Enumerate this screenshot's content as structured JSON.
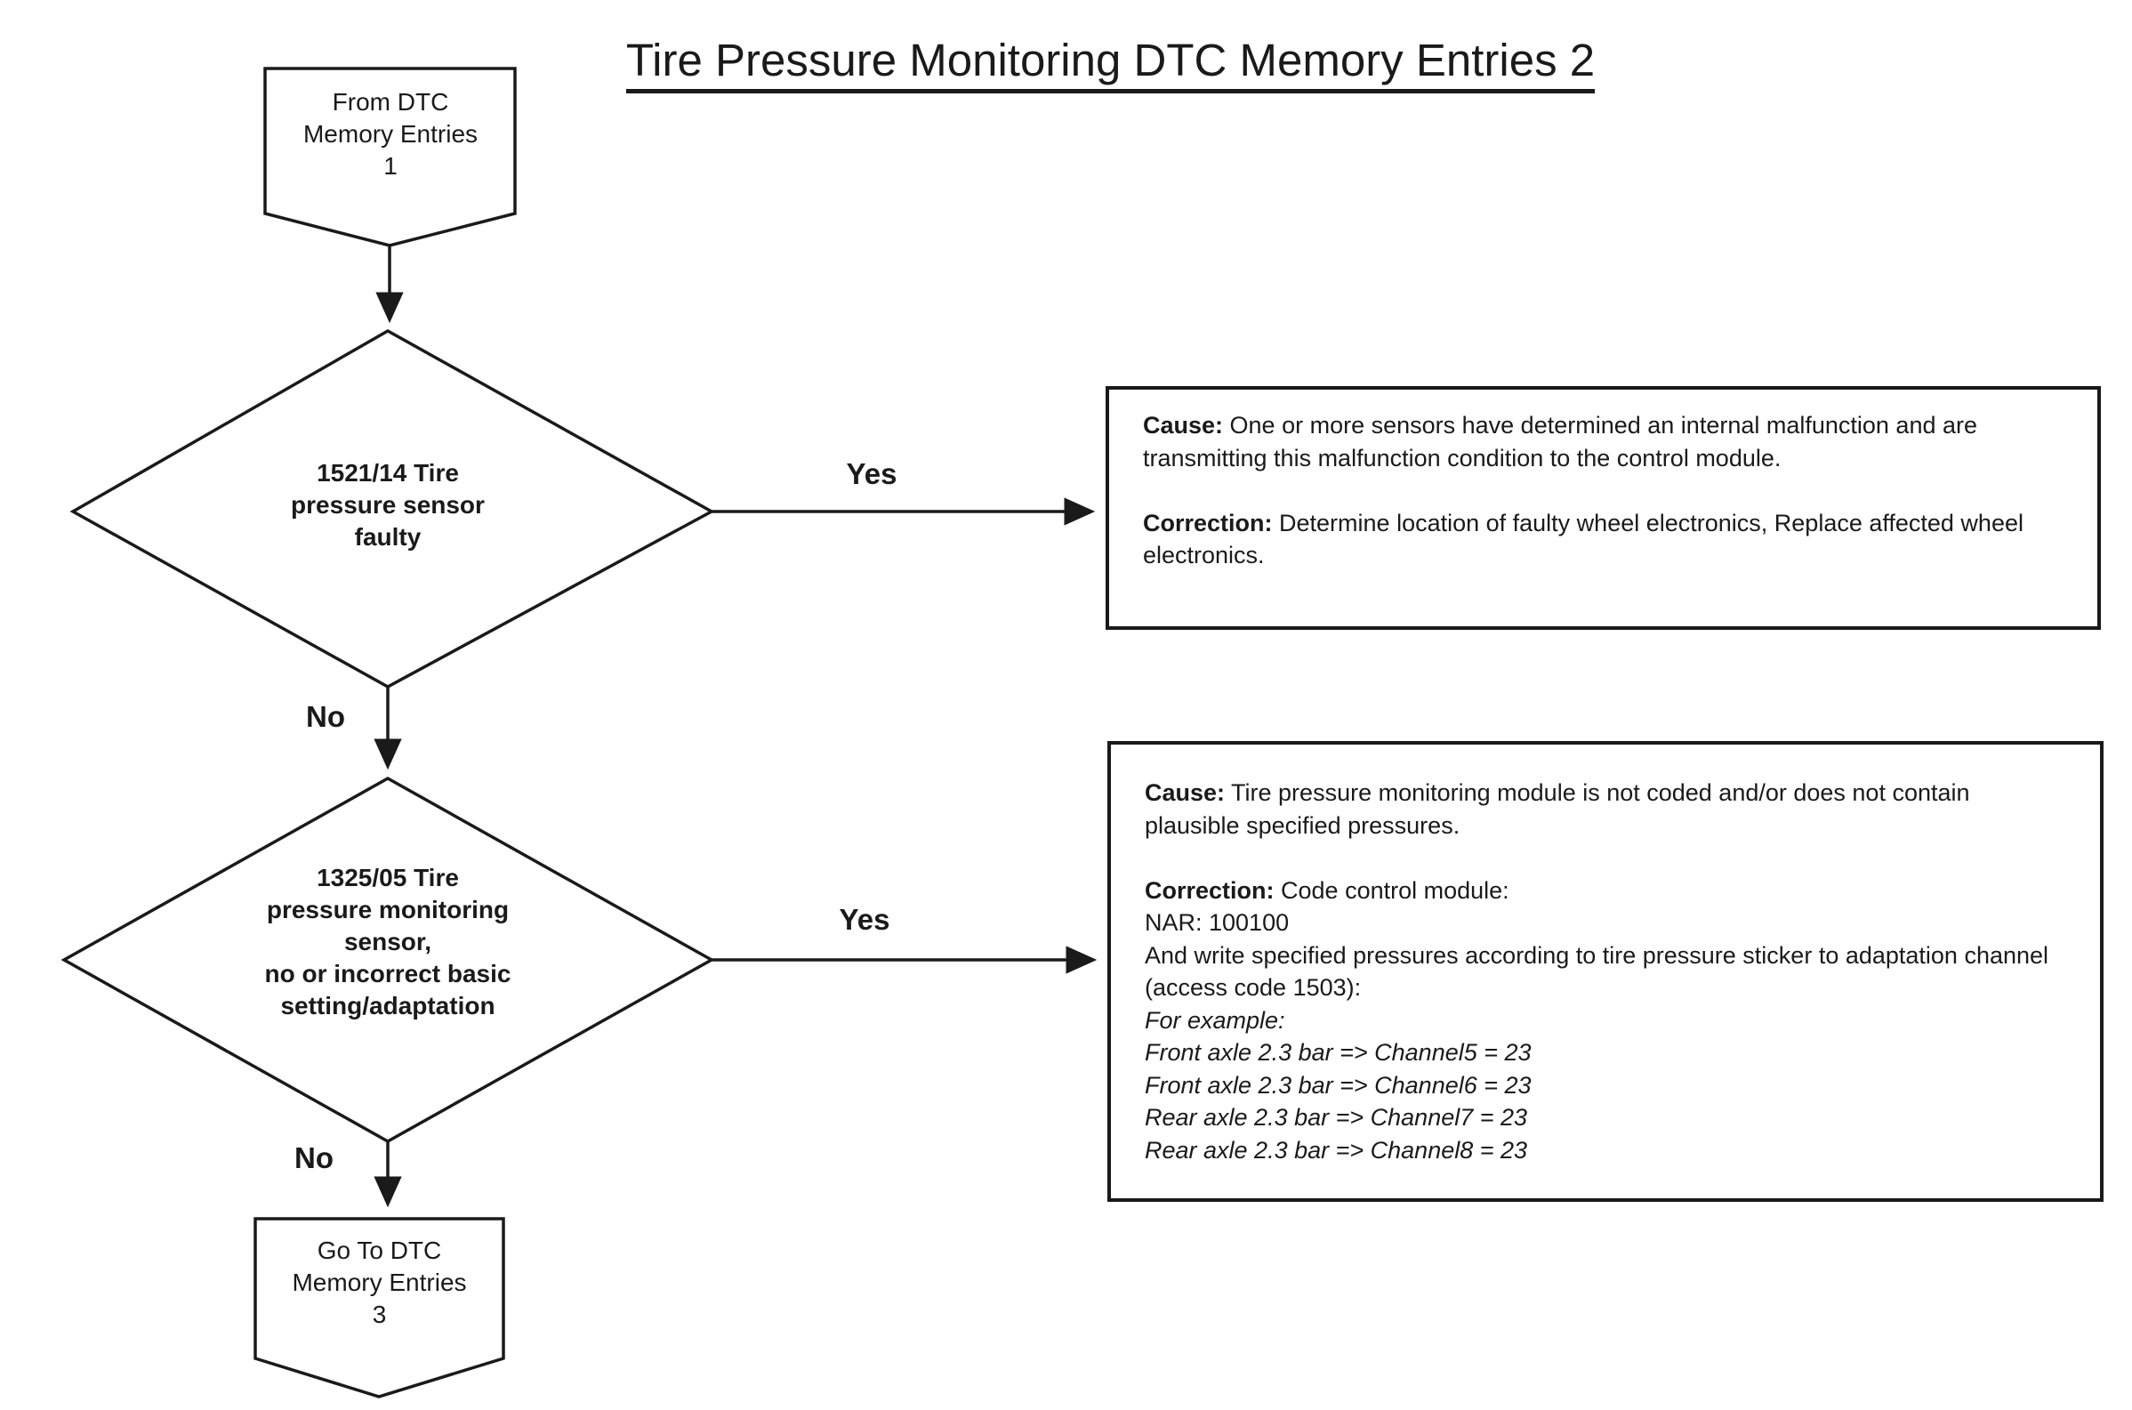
{
  "title": "Tire Pressure Monitoring DTC Memory Entries 2",
  "nodes": {
    "start": {
      "text": "From DTC\nMemory Entries\n1"
    },
    "decision1": {
      "text": "1521/14 Tire\npressure sensor\nfaulty"
    },
    "decision2": {
      "text": "1325/05 Tire\npressure monitoring\nsensor,\nno or incorrect basic\nsetting/adaptation"
    },
    "end": {
      "text": "Go To DTC\nMemory Entries\n3"
    }
  },
  "labels": {
    "yes1": "Yes",
    "no1": "No",
    "yes2": "Yes",
    "no2": "No"
  },
  "boxes": {
    "box1": {
      "cause_label": "Cause:",
      "cause_text": " One or more sensors have determined an internal malfunction and are transmitting this malfunction condition to the control module.",
      "correction_label": "Correction:",
      "correction_text": " Determine location of faulty wheel electronics, Replace affected wheel electronics."
    },
    "box2": {
      "cause_label": "Cause:",
      "cause_text": " Tire pressure monitoring module is not coded and/or does not contain plausible specified pressures.",
      "correction_label": "Correction:",
      "correction_text": " Code control module:",
      "line_nar": "NAR: 100100",
      "line_write": "And write specified pressures according to tire pressure sticker to adaptation channel (access code 1503):",
      "example_intro": "For example:",
      "example_lines": [
        "Front axle 2.3 bar => Channel5 = 23",
        "Front axle 2.3 bar => Channel6 = 23",
        "Rear axle 2.3 bar => Channel7 = 23",
        "Rear axle 2.3 bar => Channel8 = 23"
      ]
    }
  },
  "colors": {
    "line": "#1a1a1a",
    "text": "#1a1a1a",
    "background": "#ffffff"
  }
}
